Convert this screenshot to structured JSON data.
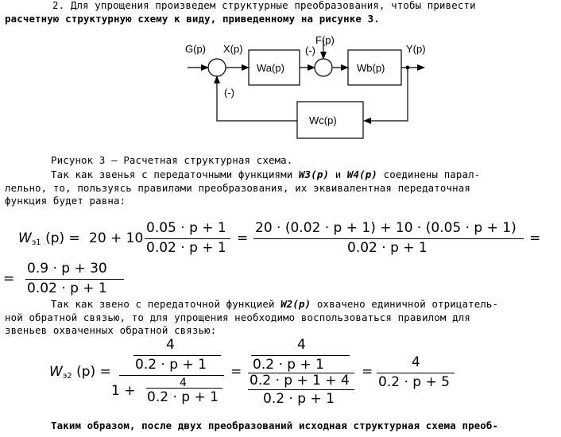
{
  "para1": {
    "line1": "2. Для упрощения произведем структурные преобразования, чтобы привести",
    "line2": "расчетную структурную схему к виду, приведенному на рисунке 3."
  },
  "diagram": {
    "input_label": "G(p)",
    "x_label": "X(p)",
    "output_label": "Y(p)",
    "disturbance_label": "F(p)",
    "neg1_label": "(-)",
    "neg2_label": "(-)",
    "block_wa": "Wa(p)",
    "block_wb": "Wb(p)",
    "block_wc": "Wc(p)"
  },
  "caption": "Рисунок 3 – Расчетная структурная схема.",
  "para2": {
    "line1_a": "Так как звенья с передаточными функциями ",
    "w3": "W3(p)",
    "and": " и ",
    "w4": "W4(p)",
    "line1_b": " соединены парал-",
    "line2": "лельно, то, пользуясь правилами преобразования, их эквивалентная передаточная",
    "line3": "функция будет равна:"
  },
  "eq1": {
    "lhs": "W",
    "lhs_sub": "э1",
    "lhs_arg": "(p)",
    "eq": "=",
    "const": "20 + 10",
    "num1": "0.05 · p + 1",
    "den1": "0.02 · p + 1",
    "num2": "20 · (0.02 · p + 1) + 10 · (0.05 · p + 1)",
    "den2": "0.02 · p + 1",
    "num3": "0.9 · p + 30",
    "den3": "0.02 · p + 1"
  },
  "para3": {
    "line1_a": "Так как звено с передаточной функцией ",
    "w2": "W2(p)",
    "line1_b": " охвачено единичной отрицатель-",
    "line2": "ной обратной связью, то для упрощения необходимо воспользоваться правилом для",
    "line3": "звеньев охваченных обратной связью:"
  },
  "eq2": {
    "lhs": "W",
    "lhs_sub": "э2",
    "lhs_arg": "(p)",
    "eq": "=",
    "top_num": "4",
    "top_den": "0.2 · p + 1",
    "one_plus": "1 +",
    "inner_num": "4",
    "inner_den": "0.2 · p + 1",
    "mid_num": "4",
    "mid_den_top": "0.2 · p + 1",
    "mid_num2": "0.2 · p + 1 + 4",
    "mid_den2": "0.2 · p + 1",
    "res_num": "4",
    "res_den": "0.2 · p + 5"
  },
  "para4": {
    "line1": "Таким образом, после двух преобразований исходная структурная схема преоб-"
  }
}
